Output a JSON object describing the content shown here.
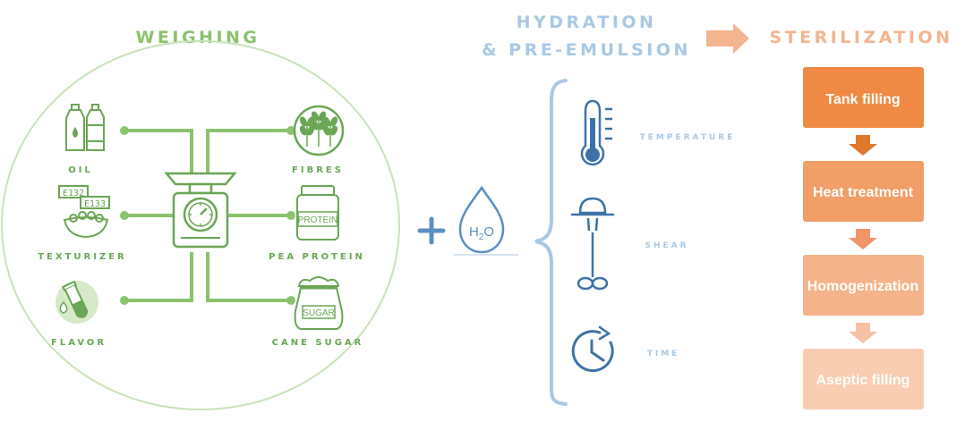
{
  "weighing": {
    "title": "WEIGHING",
    "ingredients": {
      "oil": "OIL",
      "texturizer": "TEXTURIZER",
      "flavor": "FLAVOR",
      "fibres": "FIBRES",
      "pea_protein": "PEA PROTEIN",
      "cane_sugar": "CANE SUGAR"
    },
    "texturizer_codes": [
      "E132",
      "E133"
    ],
    "protein_jar_label": "PROTEIN",
    "sugar_bag_label": "SUGAR"
  },
  "hydration": {
    "title_line1": "HYDRATION",
    "title_line2": "& PRE-EMULSION",
    "water_formula_main": "H",
    "water_formula_sub": "2",
    "water_formula_tail": "O",
    "parameters": {
      "temperature": "TEMPERATURE",
      "shear": "SHEAR",
      "time": "TIME"
    }
  },
  "sterilization": {
    "title": "STERILIZATION",
    "steps": [
      "Tank filling",
      "Heat treatment",
      "Homogenization",
      "Aseptic filling"
    ]
  },
  "colors": {
    "green": "#8bc26e",
    "green_dark": "#6aa655",
    "green_light": "#c8e2b8",
    "blue": "#a9c8e6",
    "blue_dark": "#3d72a6",
    "blue_mid": "#5b8fc4",
    "orange_title": "#f3b48f",
    "step_1": "#ef8a44",
    "step_2": "#f19e67",
    "step_3": "#f4b38a",
    "step_4": "#f8cdb2",
    "arrow_1": "#e0782f",
    "arrow_2": "#ef9567",
    "arrow_3": "#f6c1a4"
  }
}
